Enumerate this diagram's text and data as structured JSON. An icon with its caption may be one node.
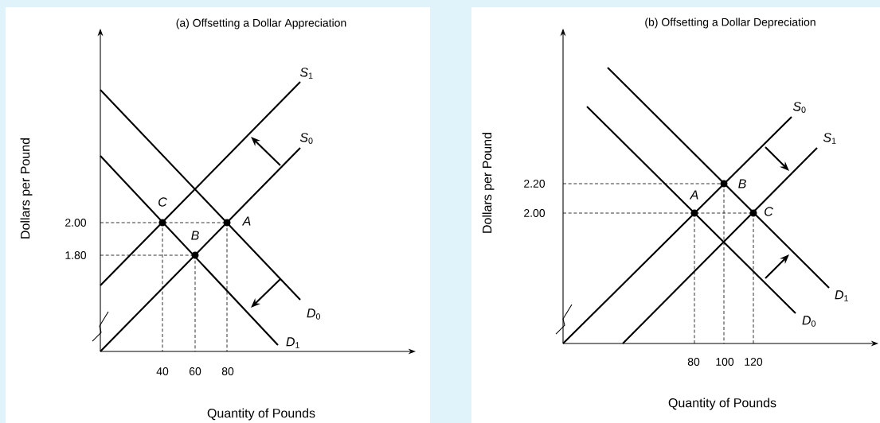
{
  "diagram": {
    "labels": [
      "(a) Offsetting a Dollar Appreciation",
      "Dollars per Pound",
      "Quantity of Pounds",
      "2.00",
      "1.80",
      "40",
      "60",
      "80",
      "*S*$_{1}$",
      "*S*$_{0}$",
      "*D*$_{0}$",
      "*D*$_{1}$",
      "*C*",
      "*A*",
      "*B*",
      "(b) Offsetting a Dollar Depreciation",
      "Dollars per Pound",
      "Quantity of Pounds",
      "2.20",
      "2.00",
      "80",
      "100",
      "120",
      "*S*$_{0}$",
      "*S*$_{1}$",
      "*D*$_{1}$",
      "*D*$_{0}$",
      "*A*",
      "*B*",
      "*C*"
    ]
  }
}
